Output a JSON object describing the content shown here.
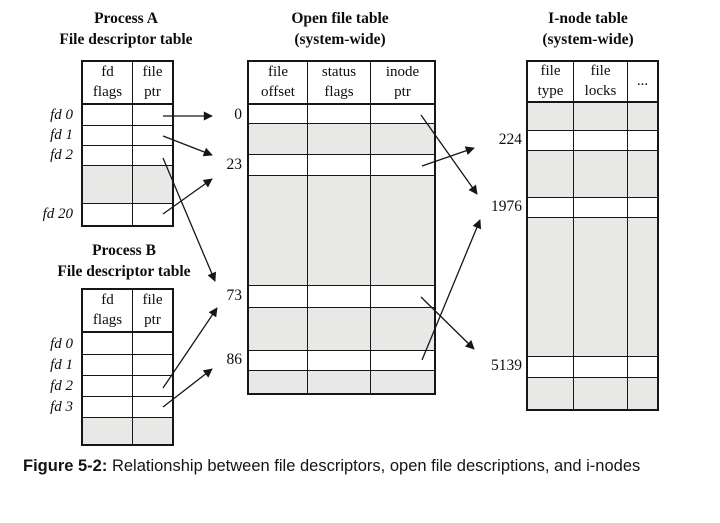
{
  "colors": {
    "background": "#ffffff",
    "table_shading": "#e8e8e6",
    "line": "#161616"
  },
  "process_a": {
    "title": "Process A\nFile descriptor table",
    "columns": [
      "fd\nflags",
      "file\nptr"
    ],
    "row_labels": [
      "fd 0",
      "fd 1",
      "fd 2",
      "fd 20"
    ]
  },
  "process_b": {
    "title": "Process B\nFile descriptor table",
    "columns": [
      "fd\nflags",
      "file\nptr"
    ],
    "row_labels": [
      "fd 0",
      "fd 1",
      "fd 2",
      "fd 3"
    ]
  },
  "open_file_table": {
    "title": "Open file table\n(system-wide)",
    "columns": [
      "file\noffset",
      "status\nflags",
      "inode\nptr"
    ],
    "entry_labels": [
      "0",
      "23",
      "73",
      "86"
    ]
  },
  "inode_table": {
    "title": "I-node table\n(system-wide)",
    "columns": [
      "file\ntype",
      "file\nlocks",
      "..."
    ],
    "entry_labels": [
      "224",
      "1976",
      "5139"
    ]
  },
  "connections": [
    {
      "from": "process-a fd 0 file ptr",
      "to": "open file table entry 0"
    },
    {
      "from": "process-a fd 1 file ptr",
      "to": "open file table entry 23"
    },
    {
      "from": "process-a fd 2 file ptr",
      "to": "open file table entry 73"
    },
    {
      "from": "process-a fd 20 file ptr",
      "to": "open file table entry 23"
    },
    {
      "from": "process-b fd 2 file ptr",
      "to": "open file table entry 73"
    },
    {
      "from": "process-b fd 3 file ptr",
      "to": "open file table entry 86"
    },
    {
      "from": "open file table entry 0 inode ptr",
      "to": "i-node table entry 1976"
    },
    {
      "from": "open file table entry 23 inode ptr",
      "to": "i-node table entry 224"
    },
    {
      "from": "open file table entry 73 inode ptr",
      "to": "i-node table entry 5139"
    },
    {
      "from": "open file table entry 86 inode ptr",
      "to": "i-node table entry 1976"
    }
  ],
  "caption": {
    "label": "Figure 5-2:",
    "text": " Relationship between file descriptors, open file descriptions, and i-nodes"
  }
}
